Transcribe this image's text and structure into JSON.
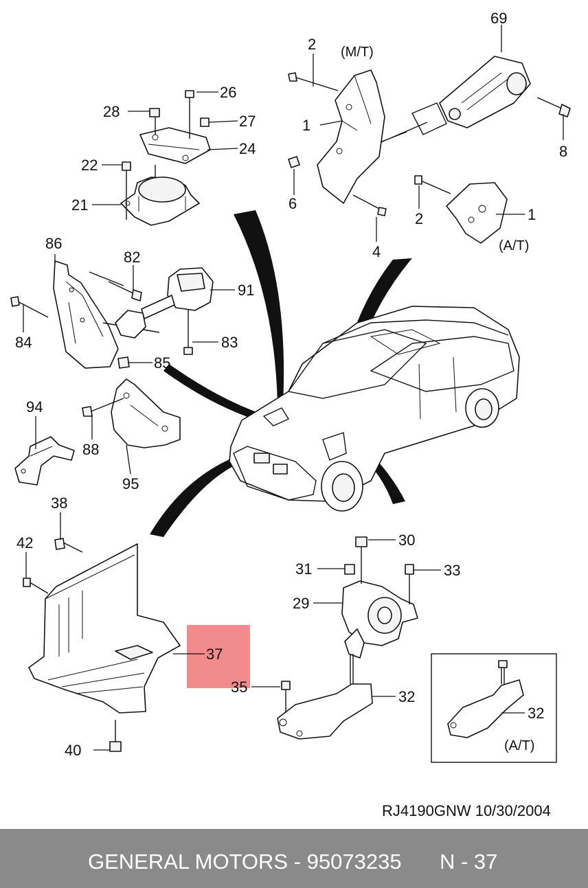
{
  "diagram": {
    "callouts": {
      "c69": "69",
      "c2a": "2",
      "c1a": "1",
      "c6": "6",
      "c4": "4",
      "c8": "8",
      "c2b": "2",
      "c1b": "1",
      "c26": "26",
      "c28": "28",
      "c27": "27",
      "c24": "24",
      "c22": "22",
      "c21": "21",
      "c86": "86",
      "c82": "82",
      "c91": "91",
      "c84": "84",
      "c83": "83",
      "c85": "85",
      "c94": "94",
      "c88": "88",
      "c95": "95",
      "c38": "38",
      "c42": "42",
      "c37": "37",
      "c40": "40",
      "c35": "35",
      "c30": "30",
      "c31": "31",
      "c33": "33",
      "c29": "29",
      "c32a": "32",
      "c32b": "32"
    },
    "annotations": {
      "mt": "(M/T)",
      "at_top": "(A/T)",
      "at_inset": "(A/T)"
    },
    "highlight_color": "#f28b8b",
    "document_ref": "RJ4190GNW  10/30/2004"
  },
  "footer": {
    "brand": "GENERAL MOTORS - 95073235",
    "page": "N - 37",
    "background": "#8a8a8a"
  }
}
